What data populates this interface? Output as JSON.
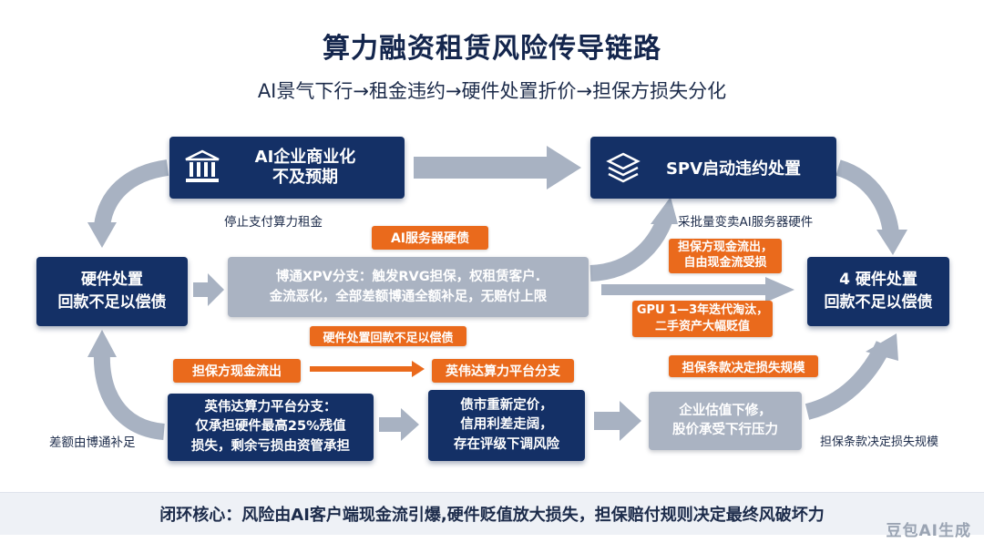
{
  "title": "算力融资租赁风险传导链路",
  "subtitle": "AI景气下行→租金违约→硬件处置折价→担保方损失分化",
  "boxes": {
    "ai_company": "AI企业商业化\n不及预期",
    "spv": "SPV启动违约处置",
    "hardware_left": "硬件处置\n回款不足以偿债",
    "broadcom": "博通XPV分支：触发RVG担保，权租赁客户.\n金流恶化，全部差额博通全额补足，无赔付上限",
    "hardware_right": "4 硬件处置\n回款不足以偿债",
    "nvidia": "英伟达算力平台分支：\n仅承担硬件最高25%残值\n损失，剩余亏损由资管承担",
    "debt": "债市重新定价，\n信用利差走阔，\n存在评级下调风险",
    "valuation": "企业估值下修，\n股价承受下行压力"
  },
  "tags": {
    "ai_server_debt": "AI服务器硬债",
    "guarantor_cash": "担保方现金流出，\n自由现金流受损",
    "gpu": "GPU 1—3年迭代淘汰，\n二手资产大幅贬值",
    "hardware_insufficient": "硬件处置回款不足以偿债",
    "guarantor_outflow": "担保方现金流出",
    "nvidia_branch": "英伟达算力平台分支",
    "guarantee_terms": "担保条款决定损失规模"
  },
  "labels": {
    "stop_rent": "停止支付算力租金",
    "bulk_sell": "采批量变卖AI服务器硬件",
    "diff_broadcom": "差额由博通补足",
    "terms_right": "担保条款决定损失规模"
  },
  "core": "闭环核心：风险由AI客户端现金流引爆,硬件贬值放大损失，担保赔付规则决定最终风破坏力",
  "watermark": "豆包AI生成",
  "icons": [
    "bank-icon",
    "layers-icon"
  ]
}
